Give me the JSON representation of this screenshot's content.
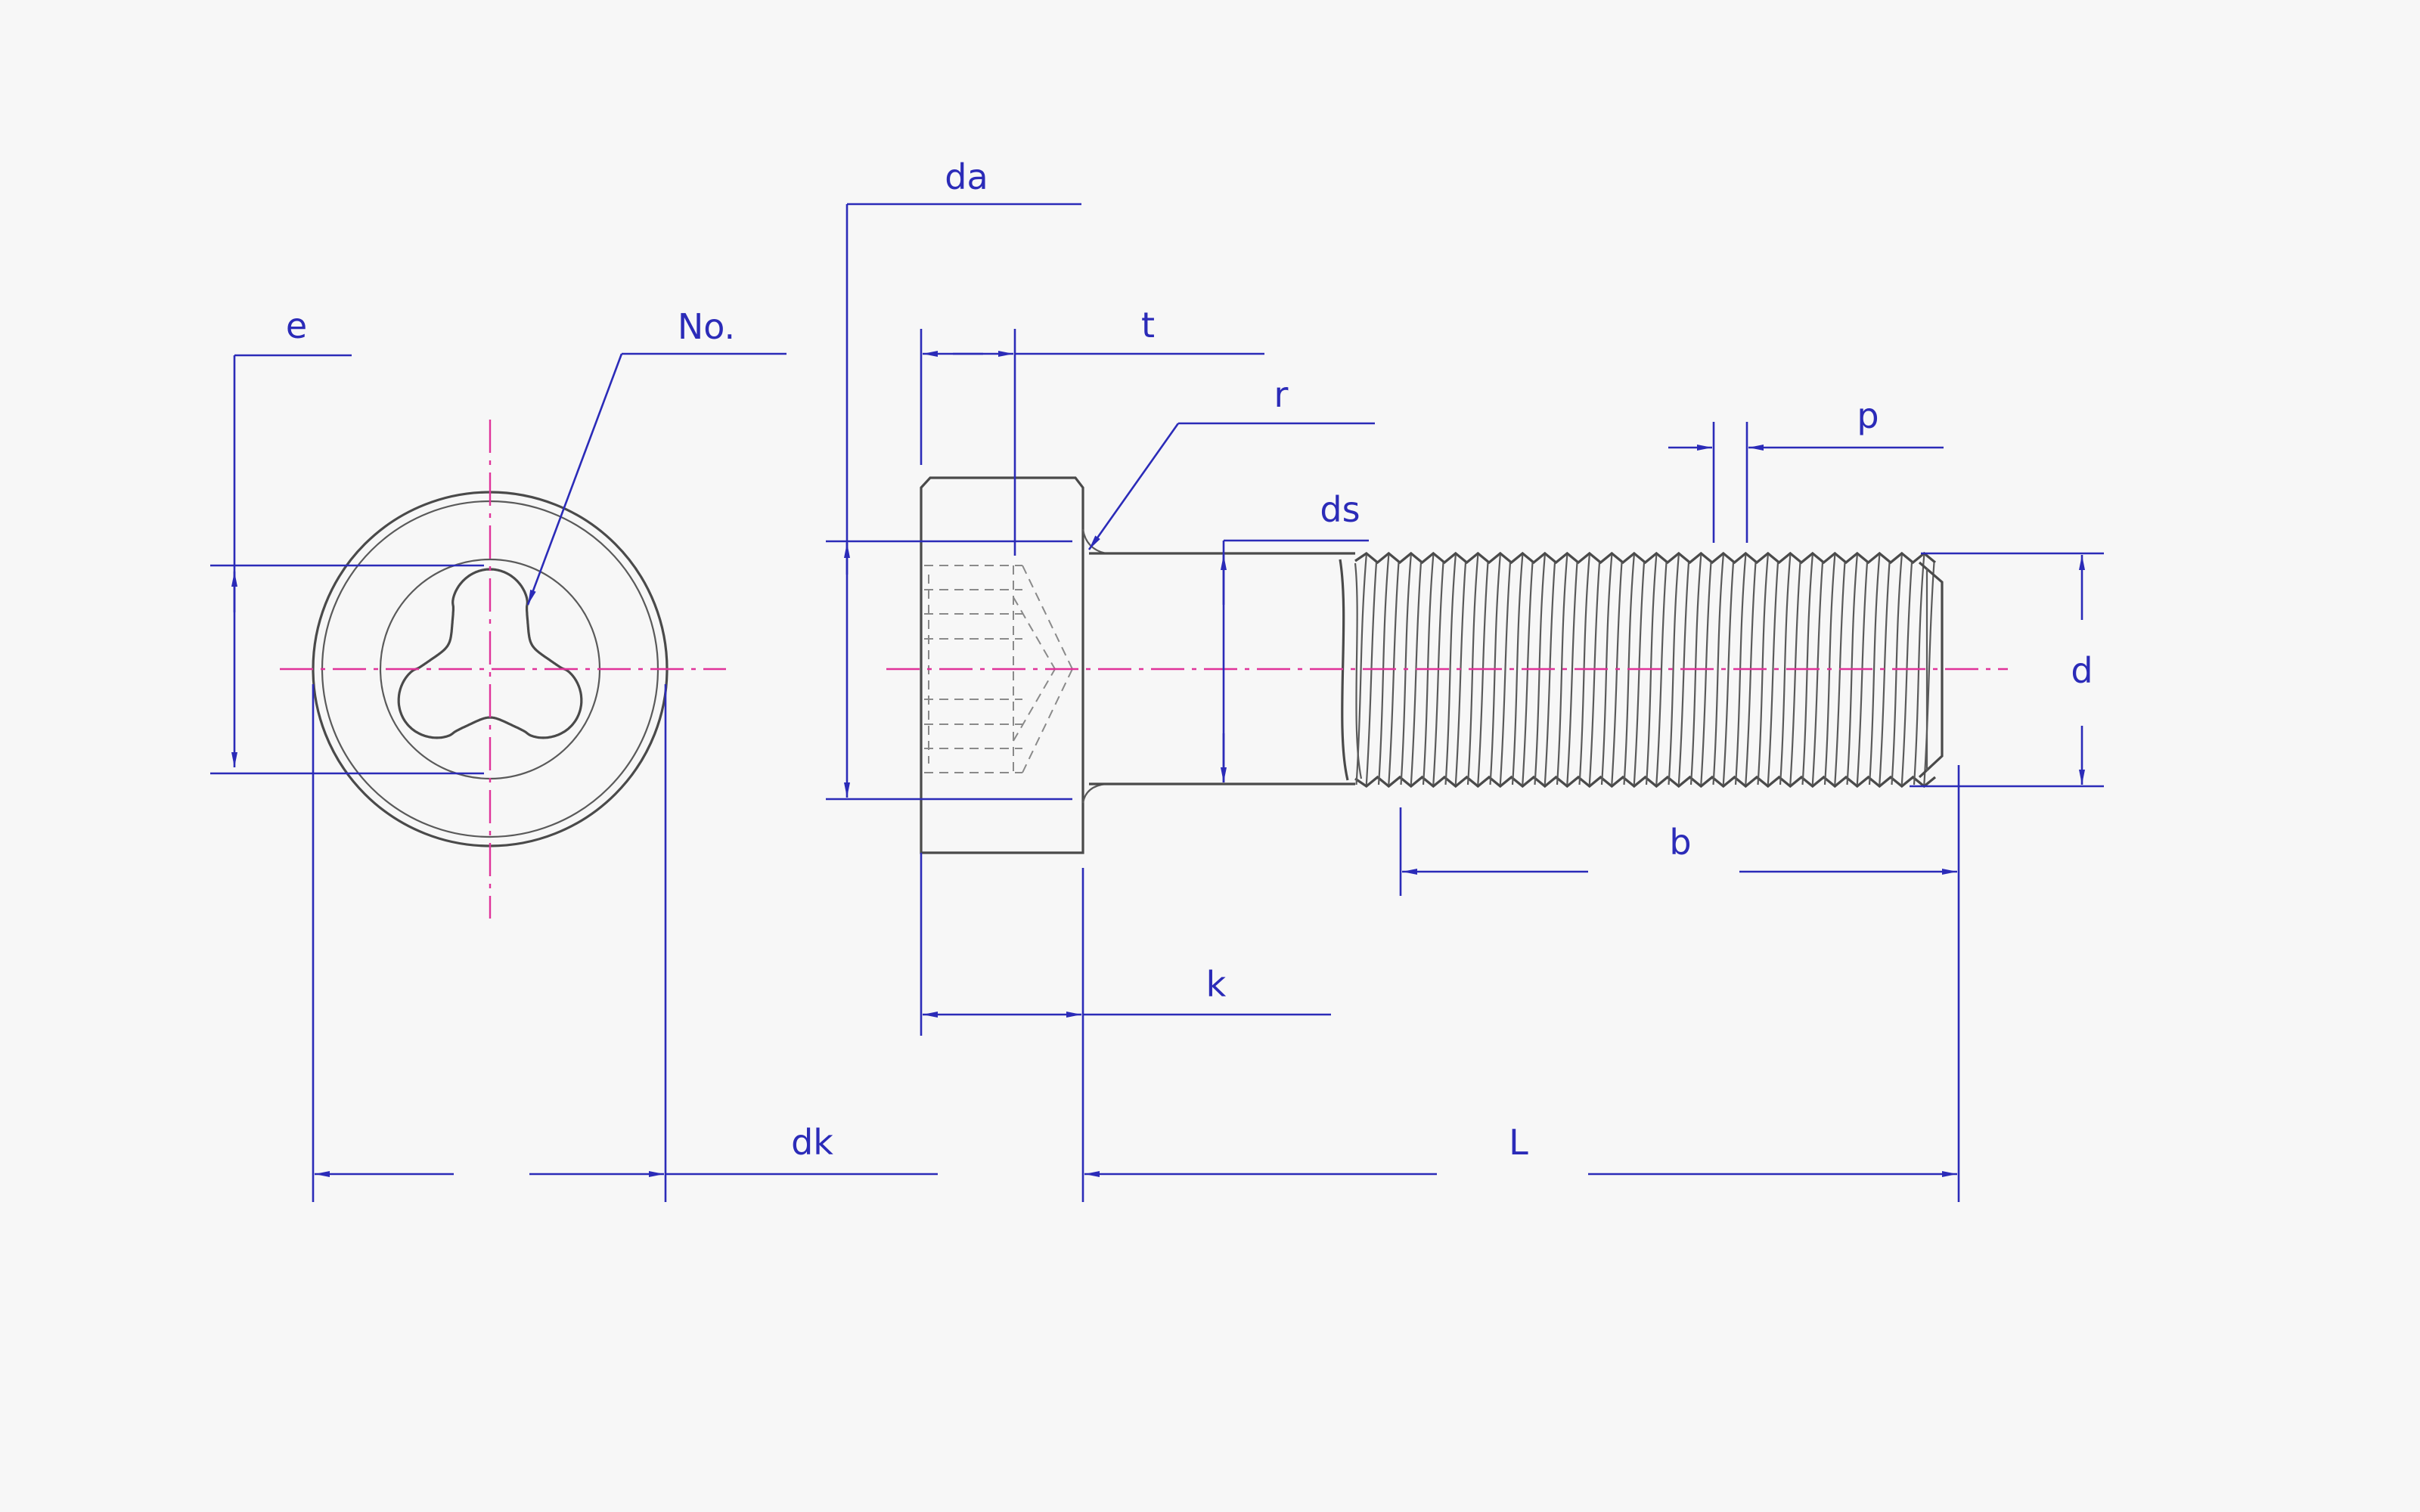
{
  "labels": {
    "e": "e",
    "no": "No.",
    "dk": "dk",
    "da": "da",
    "t": "t",
    "r": "r",
    "ds": "ds",
    "p": "p",
    "d": "d",
    "b": "b",
    "k": "k",
    "L": "L"
  },
  "colors": {
    "dimension": "#2b2bb8",
    "centerline": "#e0339a",
    "outline": "#4a4a4a",
    "background": "#f7f7f7"
  }
}
